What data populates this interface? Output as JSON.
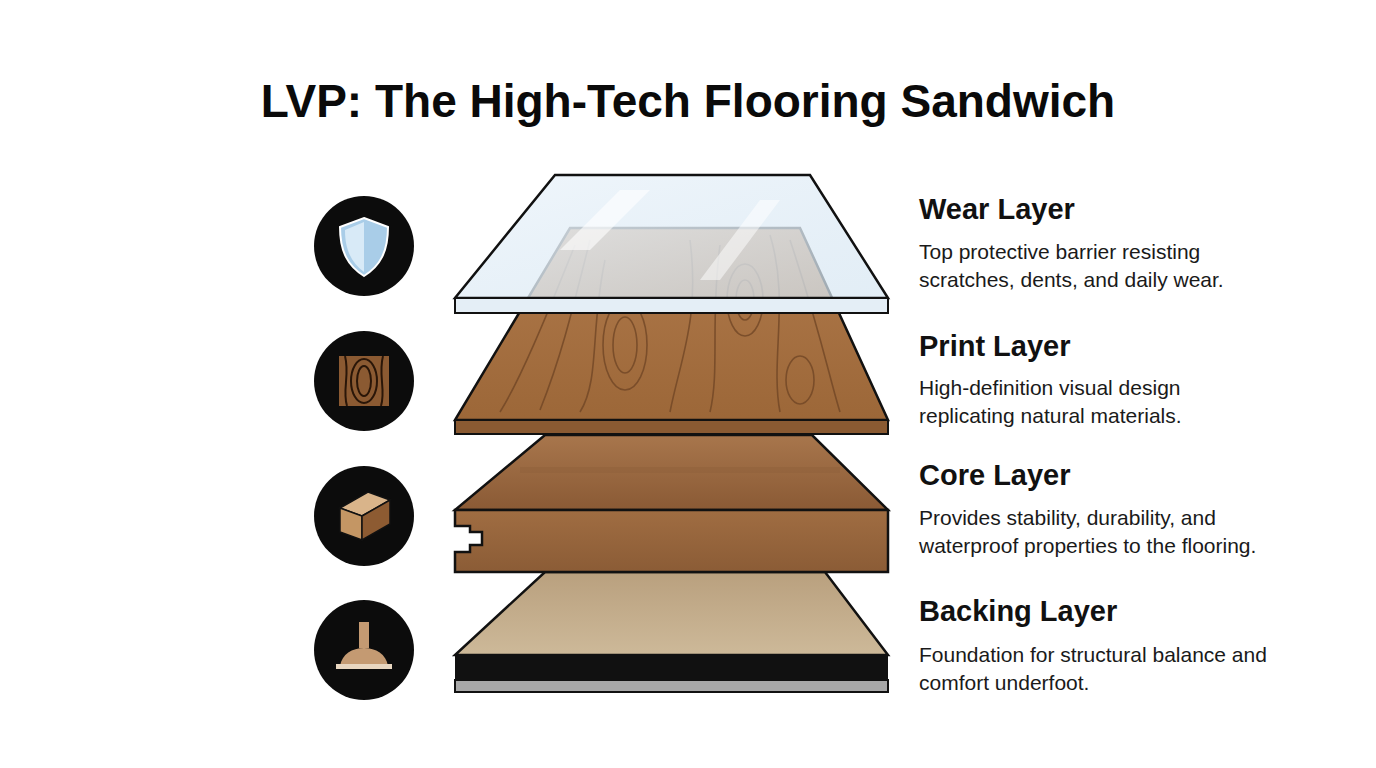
{
  "diagram": {
    "title": "LVP: The High-Tech Flooring Sandwich",
    "labels": [
      "Wear Layer",
      "Top protective barrier resisting scratches, dents, and daily wear.",
      "Print Layer",
      "High-definition visual design replicating natural materials.",
      "Core Layer",
      "Provides stability, durability, and waterproof properties to the flooring.",
      "Backing Layer",
      "Foundation for structural balance and comfort underfoot."
    ]
  }
}
